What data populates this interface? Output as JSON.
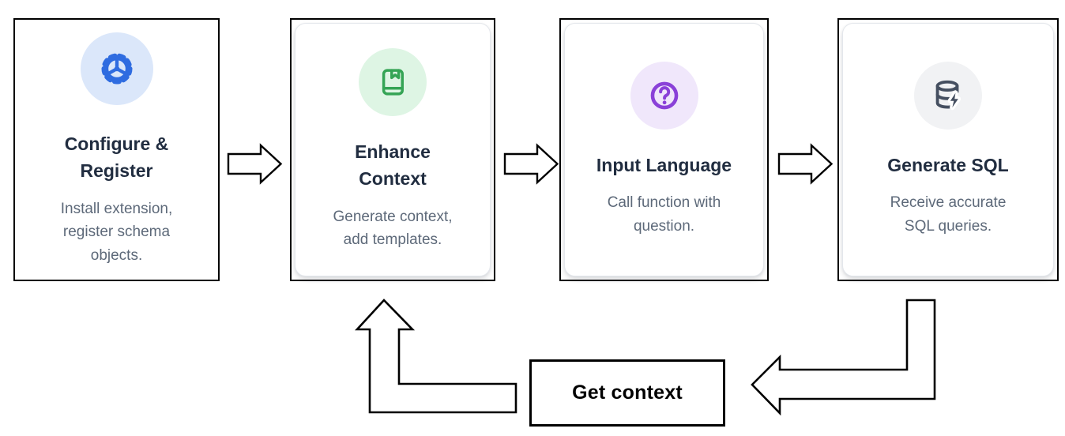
{
  "cards": [
    {
      "title": "Configure & Register",
      "description": "Install extension, register schema objects.",
      "icon": "gear-icon",
      "icon_color": "#2f6ce0",
      "icon_bg": "#dbe7fa"
    },
    {
      "title": "Enhance Context",
      "description": "Generate context, add templates.",
      "icon": "book-icon",
      "icon_color": "#35a455",
      "icon_bg": "#def5e4"
    },
    {
      "title": "Input Language",
      "description": "Call function with question.",
      "icon": "question-circle-icon",
      "icon_color": "#8a41d8",
      "icon_bg": "#f0e7fb"
    },
    {
      "title": "Generate SQL",
      "description": "Receive accurate SQL queries.",
      "icon": "database-bolt-icon",
      "icon_color": "#454f60",
      "icon_bg": "#f1f2f4"
    }
  ],
  "loop": {
    "label": "Get context"
  },
  "colors": {
    "title_text": "#212d40",
    "body_text": "#5d6979",
    "outline": "#000000"
  }
}
